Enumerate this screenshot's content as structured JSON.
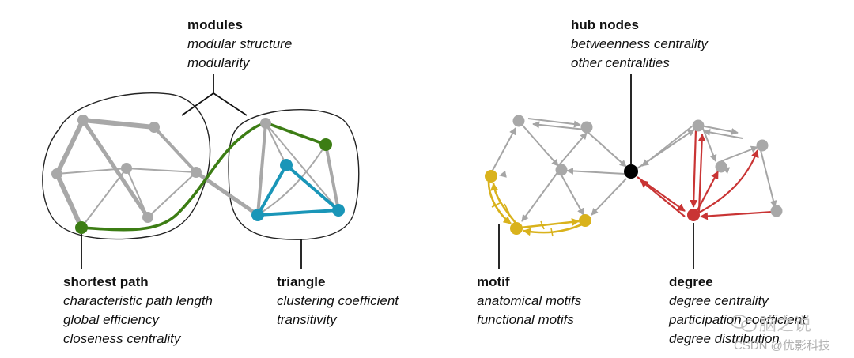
{
  "labels": {
    "modules": {
      "title": "modules",
      "items": [
        "modular structure",
        "modularity"
      ]
    },
    "hub_nodes": {
      "title": "hub nodes",
      "items": [
        "betweenness centrality",
        "other centralities"
      ]
    },
    "shortest_path": {
      "title": "shortest path",
      "items": [
        "characteristic path length",
        "global efficiency",
        "closeness centrality"
      ]
    },
    "triangle": {
      "title": "triangle",
      "items": [
        "clustering coefficient",
        "transitivity"
      ]
    },
    "motif": {
      "title": "motif",
      "items": [
        "anatomical motifs",
        "functional motifs"
      ]
    },
    "degree": {
      "title": "degree",
      "items": [
        "degree centrality",
        "participation coefficient",
        "degree distribution"
      ]
    }
  },
  "watermark": {
    "brand": "脑之说",
    "credit": "CSDN @优影科技"
  },
  "colors": {
    "node_gray": "#a8a8a8",
    "edge_gray": "#a5a5a5",
    "path_green": "#3c7d14",
    "triangle_blue": "#1a96b8",
    "motif_yellow": "#d9b21c",
    "degree_red": "#c93434",
    "hub_black": "#000000"
  }
}
